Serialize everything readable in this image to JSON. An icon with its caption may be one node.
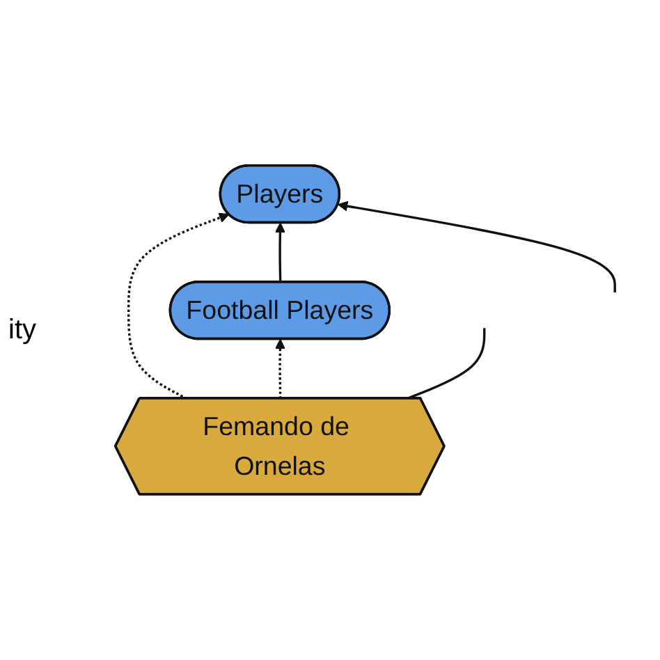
{
  "diagram": {
    "nodes": [
      {
        "text": [
          "Players"
        ]
      },
      {
        "text": [
          "Football Players"
        ]
      },
      {
        "text": [
          "Femando de Ornelas"
        ]
      }
    ],
    "edges": [
      {
        "from": 2,
        "to": 0,
        "arrow": "to",
        "style": "dashed"
      },
      {
        "from": 2,
        "to": 1,
        "arrow": "to",
        "style": "dashed"
      },
      {
        "from": 1,
        "to": 0,
        "arrow": "to"
      },
      {
        "from": null,
        "to": 0,
        "arrow": "to"
      },
      {
        "from": 2,
        "to": null,
        "arrow": "none"
      }
    ],
    "labels": [
      "ity"
    ]
  }
}
